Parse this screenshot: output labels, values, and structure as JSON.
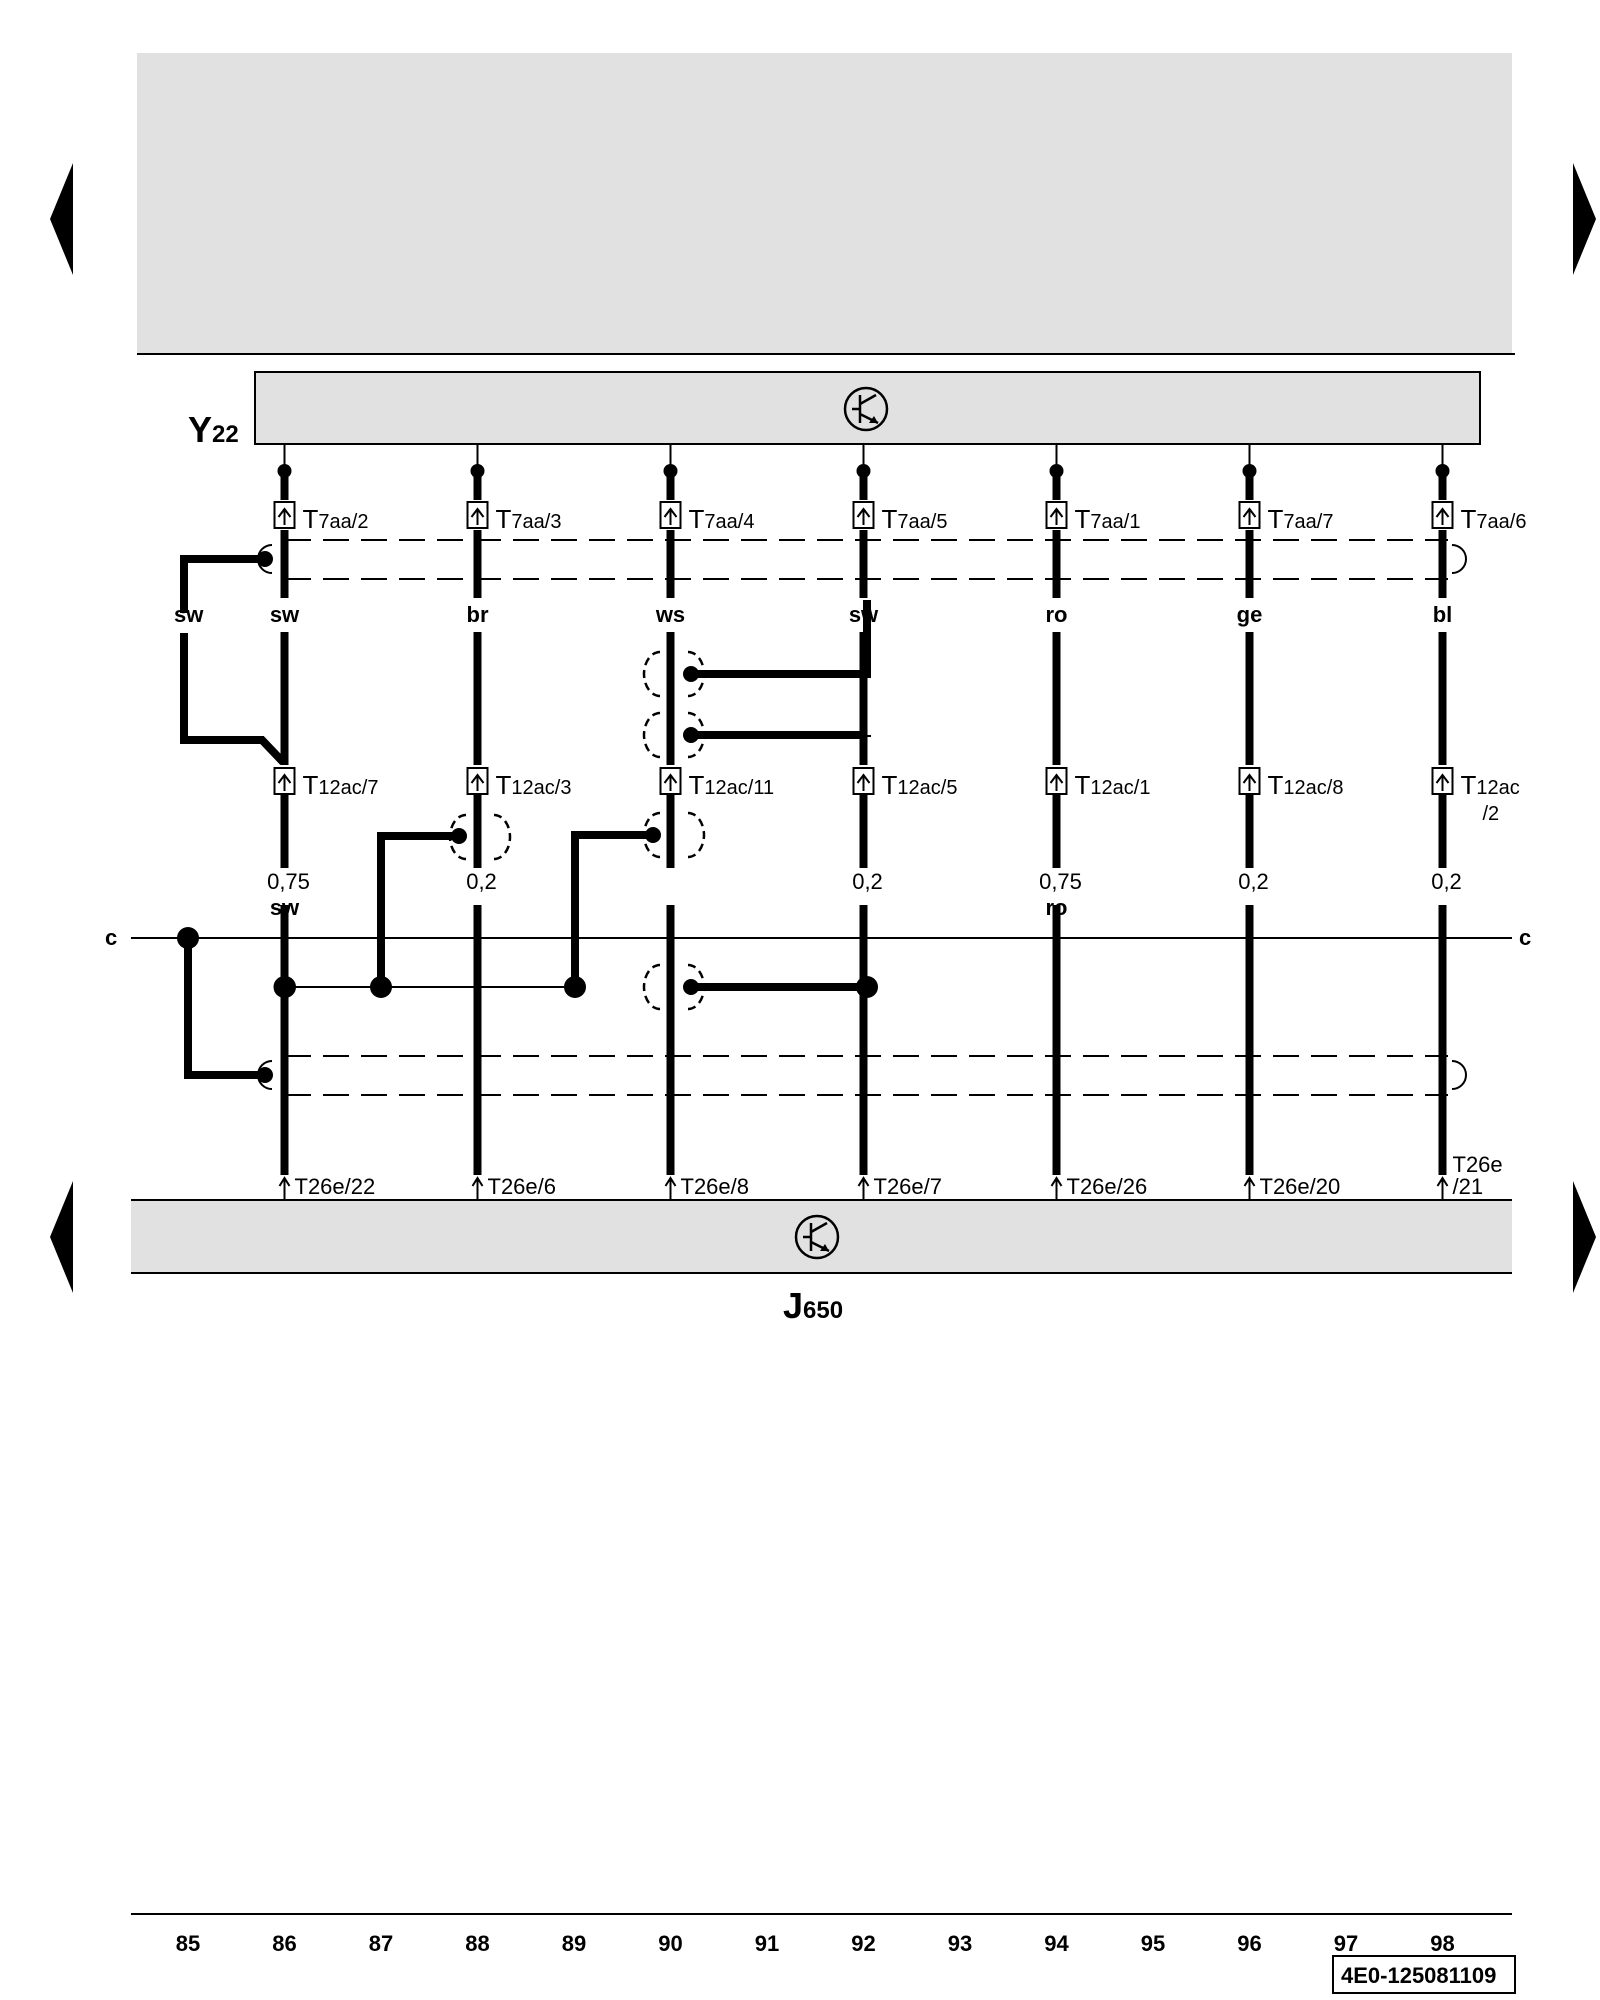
{
  "components": {
    "top": {
      "id": "Y",
      "sub": "22"
    },
    "bottom": {
      "id": "J",
      "sub": "650"
    }
  },
  "wires": [
    {
      "col": 86,
      "t7": {
        "prefix": "T",
        "sub": "7aa/2"
      },
      "color": "sw",
      "t12": {
        "prefix": "T",
        "sub": "12ac/7"
      },
      "size": "0,75",
      "size_color": "sw",
      "t26": [
        "T26e/22"
      ]
    },
    {
      "col": 88,
      "t7": {
        "prefix": "T",
        "sub": "7aa/3"
      },
      "color": "br",
      "t12": {
        "prefix": "T",
        "sub": "12ac/3"
      },
      "size": "0,2",
      "size_color": "",
      "t26": [
        "T26e/6"
      ]
    },
    {
      "col": 90,
      "t7": {
        "prefix": "T",
        "sub": "7aa/4"
      },
      "color": "ws",
      "t12": {
        "prefix": "T",
        "sub": "12ac/11"
      },
      "size": "",
      "size_color": "",
      "t26": [
        "T26e/8"
      ]
    },
    {
      "col": 92,
      "t7": {
        "prefix": "T",
        "sub": "7aa/5"
      },
      "color": "sw",
      "t12": {
        "prefix": "T",
        "sub": "12ac/5"
      },
      "size": "0,2",
      "size_color": "",
      "t26": [
        "T26e/7"
      ]
    },
    {
      "col": 94,
      "t7": {
        "prefix": "T",
        "sub": "7aa/1"
      },
      "color": "ro",
      "t12": {
        "prefix": "T",
        "sub": "12ac/1"
      },
      "size": "0,75",
      "size_color": "ro",
      "t26": [
        "T26e/26"
      ]
    },
    {
      "col": 96,
      "t7": {
        "prefix": "T",
        "sub": "7aa/7"
      },
      "color": "ge",
      "t12": {
        "prefix": "T",
        "sub": "12ac/8"
      },
      "size": "0,2",
      "size_color": "",
      "t26": [
        "T26e/20"
      ]
    },
    {
      "col": 98,
      "t7": {
        "prefix": "T",
        "sub": "7aa/6"
      },
      "color": "bl",
      "t12": {
        "prefix": "T",
        "sub": "12ac",
        "sub2": "/2"
      },
      "size": "0,2",
      "size_color": "",
      "t26": [
        "T26e",
        "/21"
      ]
    }
  ],
  "shield_wire_color": "sw",
  "ground_label": "c",
  "footer_numbers": [
    "85",
    "86",
    "87",
    "88",
    "89",
    "90",
    "91",
    "92",
    "93",
    "94",
    "95",
    "96",
    "97",
    "98"
  ],
  "doc_code": "4E0-125081109",
  "colors": {
    "panel": "#e1e1e1",
    "line": "#000000"
  }
}
